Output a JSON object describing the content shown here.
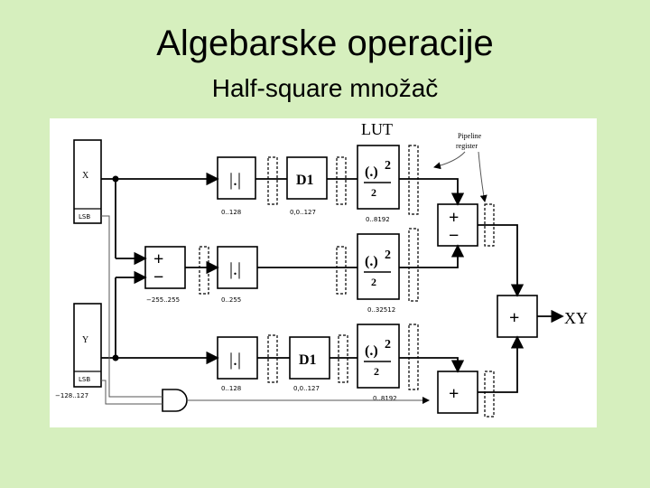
{
  "slide": {
    "title": "Algebarske operacije",
    "subtitle": "Half-square množač"
  },
  "diagram": {
    "lut_label": "LUT",
    "pipeline_label_line1": "Pipeline",
    "pipeline_label_line2": "register",
    "input_x": "X",
    "input_y": "Y",
    "lsb": "LSB",
    "abs_symbol": "|.|",
    "delay_label": "D1",
    "square_symbol": "(.)",
    "square_exp": "2",
    "square_den": "2",
    "plus": "+",
    "minus": "−",
    "output_label": "XY",
    "range_abs_top": "0..128",
    "range_delay_top": "0,0..127",
    "range_lut_top": "0..8192",
    "range_sub": "−255..255",
    "range_abs_mid": "0..255",
    "range_lut_mid": "0..32512",
    "range_abs_bot": "0..128",
    "range_delay_bot": "0,0..127",
    "range_lut_bot": "0..8192",
    "range_y": "−128..127"
  }
}
